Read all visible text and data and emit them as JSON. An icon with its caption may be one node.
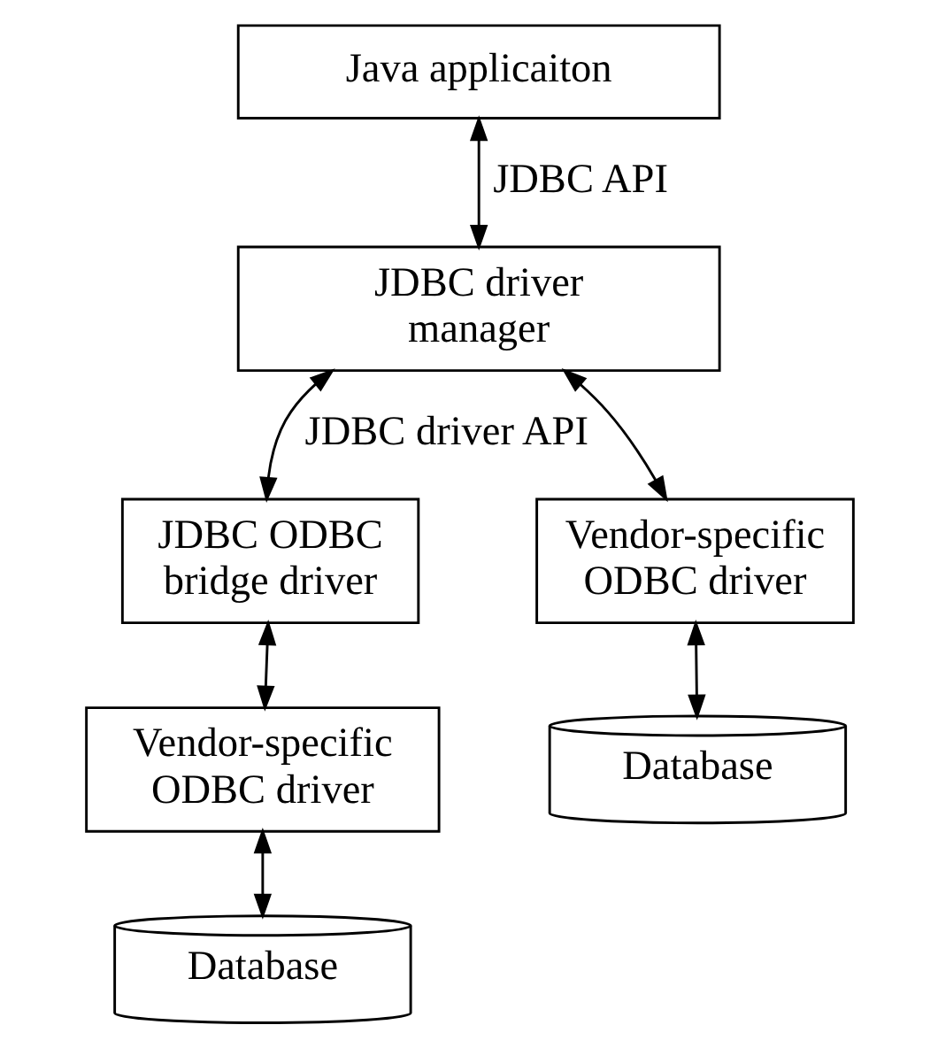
{
  "diagram": {
    "nodes": [
      {
        "text": [
          "Java applicaiton"
        ]
      },
      {
        "text": [
          "JDBC driver manager"
        ]
      },
      {
        "text": [
          "JDBC ODBC bridge driver"
        ]
      },
      {
        "text": [
          "Vendor-specific ODBC driver"
        ]
      },
      {
        "text": [
          "Vendor-specific ODBC driver"
        ]
      },
      {
        "text": [
          "Database"
        ]
      },
      {
        "text": [
          "Database"
        ]
      }
    ],
    "edges": [
      {
        "from": 0,
        "to": 1,
        "arrow": "both",
        "label": "JDBC API"
      },
      {
        "from": 1,
        "to": 2,
        "arrow": "both",
        "label": "JDBC driver API"
      },
      {
        "from": 1,
        "to": 3,
        "arrow": "both"
      },
      {
        "from": 2,
        "to": 4,
        "arrow": "both"
      },
      {
        "from": 3,
        "to": 5,
        "arrow": "both"
      },
      {
        "from": 4,
        "to": 6,
        "arrow": "both"
      }
    ]
  }
}
